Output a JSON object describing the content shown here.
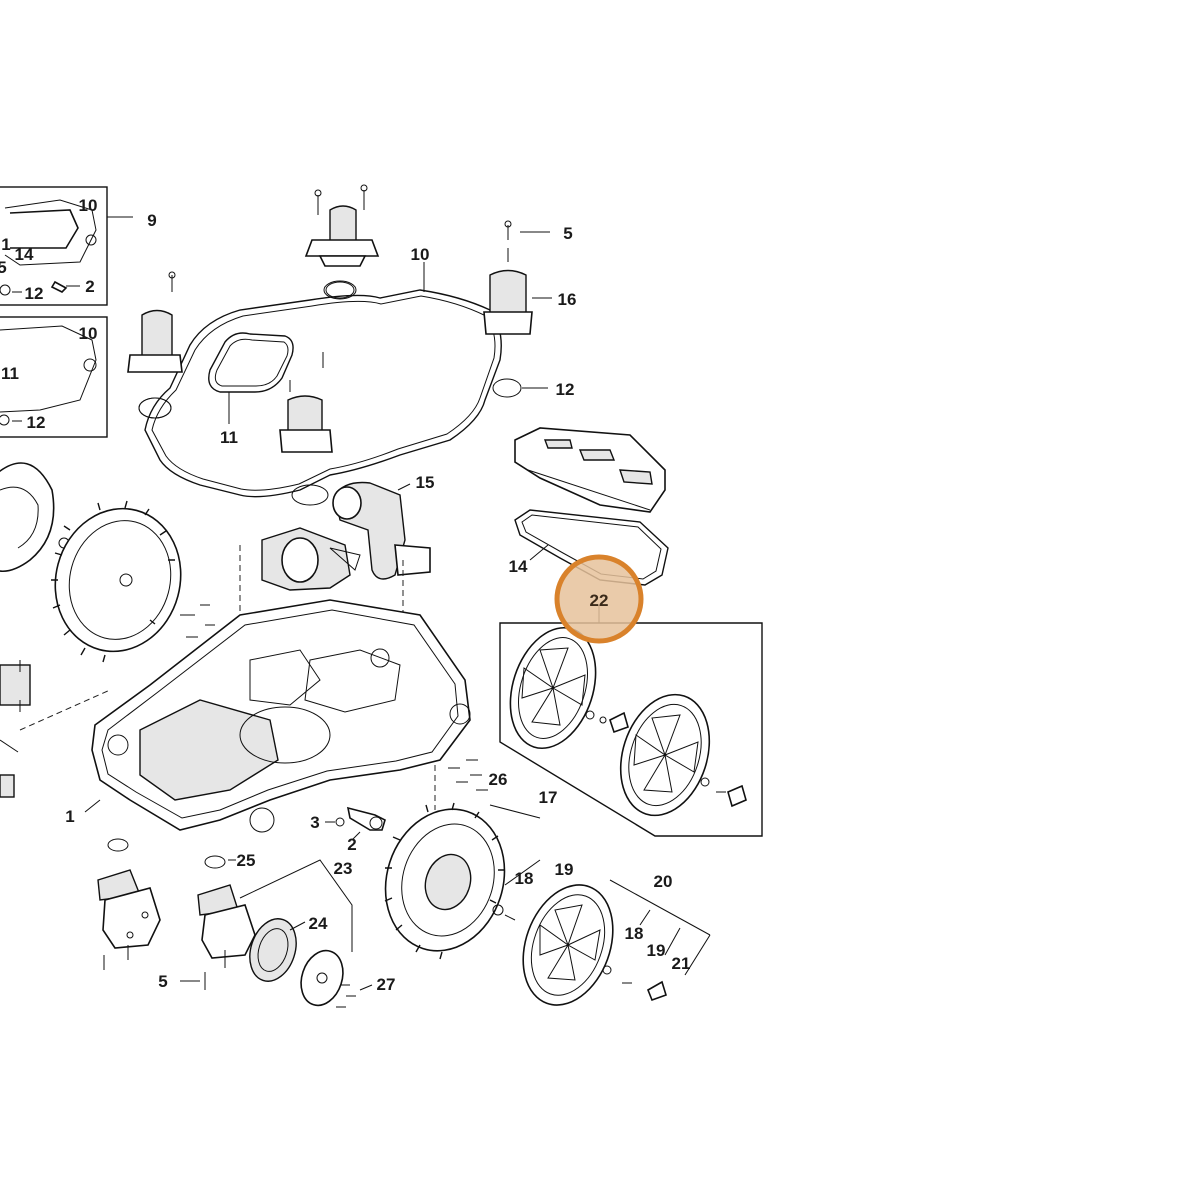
{
  "callouts": {
    "c10a": "10",
    "c9": "9",
    "c14a": "14",
    "c11a": "1",
    "c5a": "5",
    "c12a": "12",
    "c2a": "2",
    "c10b": "10",
    "c11b": "11",
    "c12b": "12",
    "c10c": "10",
    "c5b": "5",
    "c16": "16",
    "c12c": "12",
    "c11c": "11",
    "c15": "15",
    "c14b": "14",
    "c22": "22",
    "c1": "1",
    "c3": "3",
    "c2b": "2",
    "c26": "26",
    "c17": "17",
    "c25": "25",
    "c23": "23",
    "c24": "24",
    "c27": "27",
    "c5c": "5",
    "c18a": "18",
    "c19a": "19",
    "c20": "20",
    "c18b": "18",
    "c19b": "19",
    "c21": "21"
  },
  "colors": {
    "highlight_fill": "#e6c29b",
    "highlight_stroke": "#d9822b",
    "line": "#111111"
  }
}
